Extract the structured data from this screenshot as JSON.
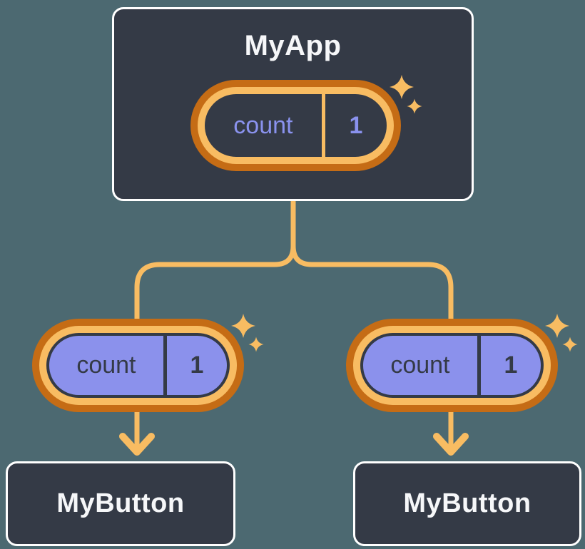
{
  "palette": {
    "background": "#4C6971",
    "node_fill": "#343A46",
    "node_border": "#FFFFFF",
    "orange_dark": "#C56C15",
    "orange_light": "#F8BC62",
    "purple_fill": "#8B91EC",
    "text_light": "#F6F7F9",
    "text_dark": "#343A46",
    "text_purple": "#8A92EE"
  },
  "root": {
    "title": "MyApp",
    "state_pill": {
      "name": "count",
      "value": "1"
    }
  },
  "children": [
    {
      "title": "MyButton",
      "prop_pill": {
        "name": "count",
        "value": "1"
      }
    },
    {
      "title": "MyButton",
      "prop_pill": {
        "name": "count",
        "value": "1"
      }
    }
  ]
}
